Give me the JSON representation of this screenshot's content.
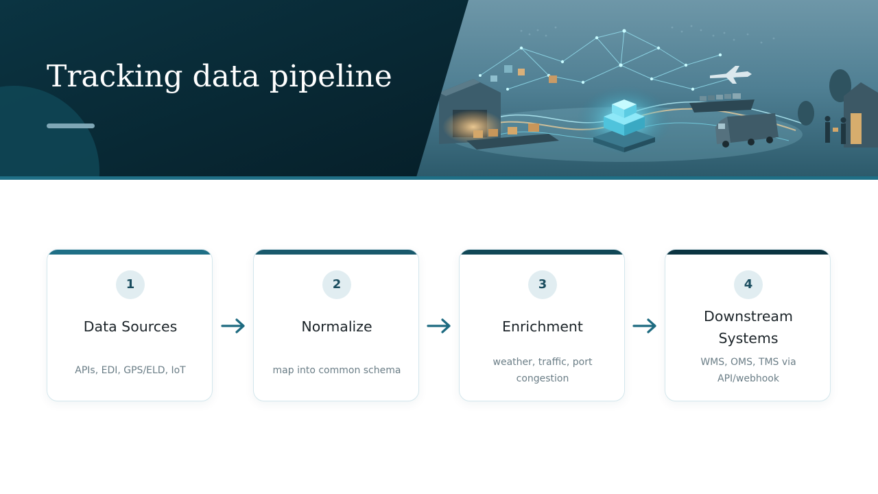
{
  "slide": {
    "title": "Tracking data pipeline"
  },
  "colors": {
    "header_dark": "#082d3a",
    "header_mid": "#0f4454",
    "accent": "#1f6f86",
    "arrow": "#1d6a80",
    "card_border": "#d3e6ec",
    "badge_bg": "#e1edf1"
  },
  "steps": [
    {
      "number": "1",
      "title": "Data Sources",
      "description": "APIs, EDI, GPS/ELD, IoT",
      "top_color": "#1f6f86"
    },
    {
      "number": "2",
      "title": "Normalize",
      "description": "map into common schema",
      "top_color": "#19596c"
    },
    {
      "number": "3",
      "title": "Enrichment",
      "description": "weather, traffic, port congestion",
      "top_color": "#114756"
    },
    {
      "number": "4",
      "title": "Downstream Systems",
      "description": "WMS, OMS, TMS via API/webhook",
      "top_color": "#0b3441"
    }
  ],
  "connectors": [
    "arrow-right-icon",
    "arrow-right-icon",
    "arrow-right-icon"
  ],
  "hero_image": {
    "icons": [
      "warehouse-icon",
      "package-icon",
      "data-hub-icon",
      "cargo-ship-icon",
      "airplane-icon",
      "truck-icon",
      "people-icon",
      "house-icon",
      "tree-icon",
      "world-map-icon"
    ]
  }
}
